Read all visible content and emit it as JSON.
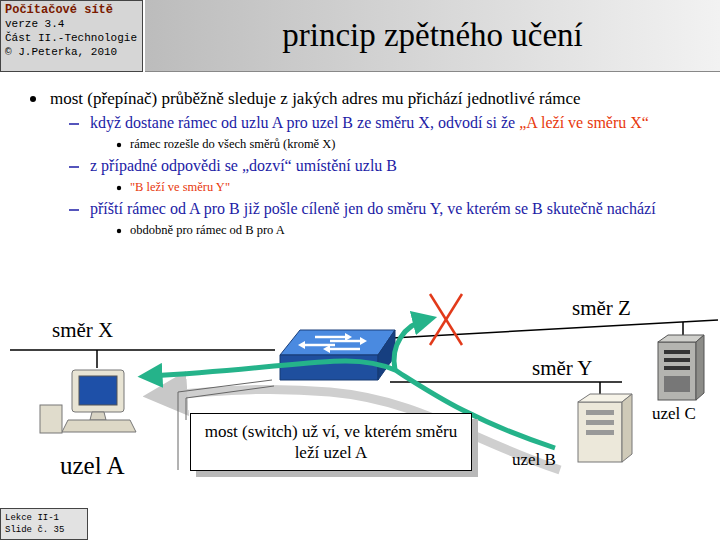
{
  "diagram": {
    "title": "princip zpětného učení",
    "nodes": [
      {
        "text": [
          "Počítačové sítě",
          "verze 3.4",
          "Část II.-Technologie",
          "© J.Peterka, 2010"
        ]
      },
      {
        "text": [
          "most (switch) už ví, ve kterém směru leží uzel A"
        ]
      },
      {
        "text": [
          "Lekce II-1",
          "Slide č. 35"
        ]
      }
    ],
    "labels": [
      "most (přepínač) průběžně sleduje z jakých adres mu přichází jednotlivé rámce",
      "když dostane rámec od uzlu A pro uzel B ze směru X, odvodí si že",
      "„A leží ve směru X“",
      "rámec rozešle  do všech směrů (kromě X)",
      "z případné odpovědi se „dozví“ umístění uzlu B",
      "\"B leží ve směru Y\"",
      "příští rámec od A pro B již pošle cíleně jen do směru Y, ve kterém se B skutečně nachází",
      "obdobně pro rámec od B pro A",
      "směr X",
      "směr Z",
      "směr Y",
      "uzel A",
      "uzel B",
      "uzel C"
    ]
  }
}
